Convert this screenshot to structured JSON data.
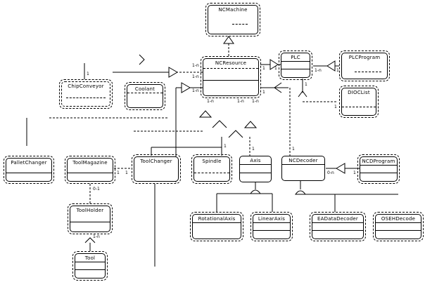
{
  "diagram": {
    "type": "uml-class-diagram",
    "classes": {
      "nc_machine": "NCMachine",
      "nc_resource": "NCResource",
      "plc": "PLC",
      "plc_program": "PLCProgram",
      "dioc_list": "DIOCList",
      "chip_conveyor": "ChipConveyor",
      "coolant": "Coolant",
      "pallet_changer": "PalletChanger",
      "tool_magazine": "ToolMagazine",
      "tool_changer": "ToolChanger",
      "spindle": "Spindle",
      "axis": "Axis",
      "nc_decoder": "NCDecoder",
      "ncd_program": "NCDProgram",
      "tool_holder": "ToolHolder",
      "tool": "Tool",
      "rotational_axis": "RotationalAxis",
      "linear_axis": "LinearAxis",
      "ea_data_decoder": "EADataDecoder",
      "oseh_decode": "OSEHDecode"
    },
    "multiplicities": {
      "res_left_top": "1-n",
      "res_left_mid": "1-n",
      "res_left_bot": "1-n",
      "res_bot_1": "1-n",
      "res_bot_2": "1-n",
      "res_bot_3": "1-n",
      "res_right_top": "1",
      "res_right_bot": "1",
      "plc_left": "1",
      "plc_right": "1-n",
      "plcprog_left": "1",
      "plc_down": "1",
      "dioc_left": "1",
      "chip_up": "1",
      "magazine_right": "1",
      "changer_left": "1",
      "magazine_down": "0-1",
      "holder_down": "1-n",
      "spindle_up": "1",
      "axis_up": "1",
      "decoder_up": "1",
      "decoder_right": "0-n",
      "ncdprog_left": "1"
    }
  }
}
